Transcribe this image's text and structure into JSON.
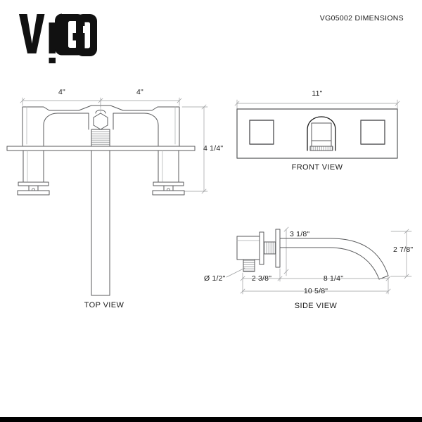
{
  "header": {
    "brand": "VIGO",
    "brand_icon": "vigo-wordmark-logo",
    "doc_title": "VG05002 DIMENSIONS"
  },
  "views": {
    "top": {
      "caption": "TOP VIEW",
      "dims": {
        "left_spread": "4\"",
        "right_spread": "4\"",
        "height": "4 1/4\""
      }
    },
    "front": {
      "caption": "FRONT VIEW",
      "dims": {
        "width": "11\""
      }
    },
    "side": {
      "caption": "SIDE VIEW",
      "dims": {
        "inlet_diameter": "Ø 1/2\"",
        "escutcheon_depth": "2 3/8\"",
        "spout_arm_height": "3 1/8\"",
        "spout_reach": "8 1/4\"",
        "total_projection": "10 5/8\"",
        "spout_drop": "2 7/8\""
      }
    }
  },
  "style": {
    "line_color": "#58595b",
    "thin_line_color": "#8d8f91",
    "text_color": "#1b1b1b",
    "background": "#ffffff",
    "footer_bar": "#000000"
  }
}
